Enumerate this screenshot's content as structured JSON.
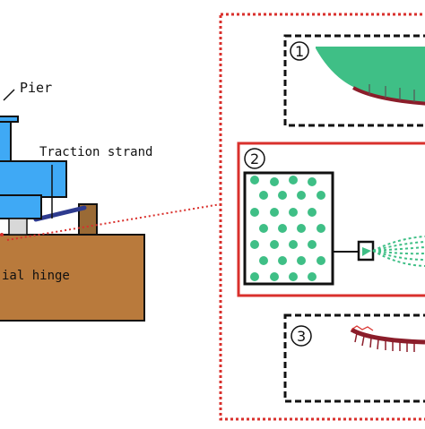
{
  "labels": {
    "pier": "Pier",
    "traction_strand": "Traction strand",
    "hinge": "ial hinge"
  },
  "panels": [
    {
      "number": "1"
    },
    {
      "number": "2"
    },
    {
      "number": "3"
    }
  ],
  "colors": {
    "pier_blue": "#3fa9f5",
    "foundation_brown": "#b97a3c",
    "strand_navy": "#2e3b8f",
    "green": "#3fbf86",
    "red_frame": "#d9302c",
    "dark_red_arc": "#8b1d2a"
  }
}
